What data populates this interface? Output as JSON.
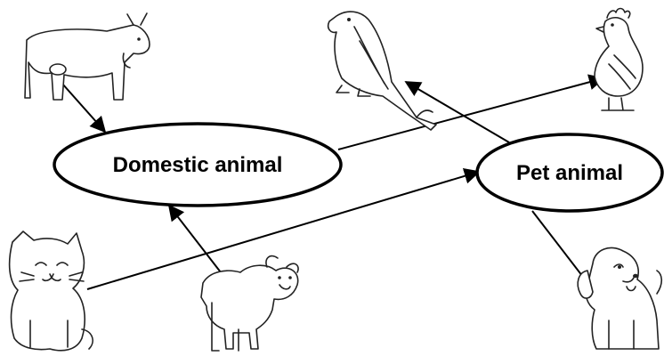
{
  "nodes": {
    "domestic": {
      "label": "Domestic animal"
    },
    "pet": {
      "label": "Pet animal"
    }
  },
  "animals": [
    {
      "id": "cow",
      "icon": "cow-icon",
      "category": "domestic"
    },
    {
      "id": "parrot",
      "icon": "parrot-icon",
      "category": "pet"
    },
    {
      "id": "hen",
      "icon": "hen-icon",
      "category": "domestic"
    },
    {
      "id": "cat",
      "icon": "cat-icon",
      "category": "pet"
    },
    {
      "id": "lamb",
      "icon": "lamb-icon",
      "category": "domestic"
    },
    {
      "id": "dog",
      "icon": "dog-icon",
      "category": "pet"
    }
  ],
  "colors": {
    "ink": "#000000",
    "background": "#ffffff"
  }
}
